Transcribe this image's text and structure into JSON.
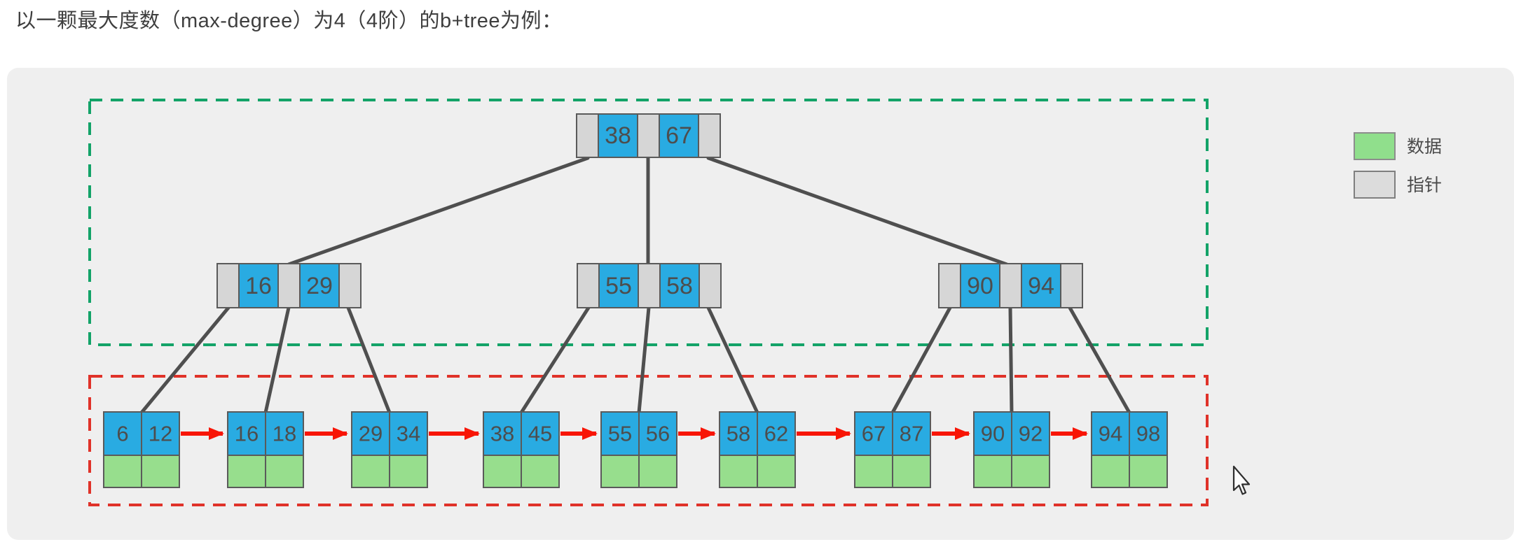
{
  "title": "以一颗最大度数（max-degree）为4（4阶）的b+tree为例：",
  "legend": {
    "data_label": "数据",
    "pointer_label": "指针"
  },
  "colors": {
    "key_cell": "#29abe2",
    "pointer_cell": "#d6d6d6",
    "data_cell": "#97de8d",
    "edge": "#4f4f4f",
    "leaf_link_arrow": "#f81505",
    "index_area_outline": "#13a368",
    "data_area_outline": "#e03229",
    "panel_background": "#efefef"
  },
  "tree": {
    "root": {
      "keys": [
        "38",
        "67"
      ]
    },
    "internal_nodes": [
      {
        "keys": [
          "16",
          "29"
        ]
      },
      {
        "keys": [
          "55",
          "58"
        ]
      },
      {
        "keys": [
          "90",
          "94"
        ]
      }
    ],
    "leaf_nodes": [
      {
        "keys": [
          "6",
          "12"
        ]
      },
      {
        "keys": [
          "16",
          "18"
        ]
      },
      {
        "keys": [
          "29",
          "34"
        ]
      },
      {
        "keys": [
          "38",
          "45"
        ]
      },
      {
        "keys": [
          "55",
          "56"
        ]
      },
      {
        "keys": [
          "58",
          "62"
        ]
      },
      {
        "keys": [
          "67",
          "87"
        ]
      },
      {
        "keys": [
          "90",
          "92"
        ]
      },
      {
        "keys": [
          "94",
          "98"
        ]
      }
    ]
  }
}
